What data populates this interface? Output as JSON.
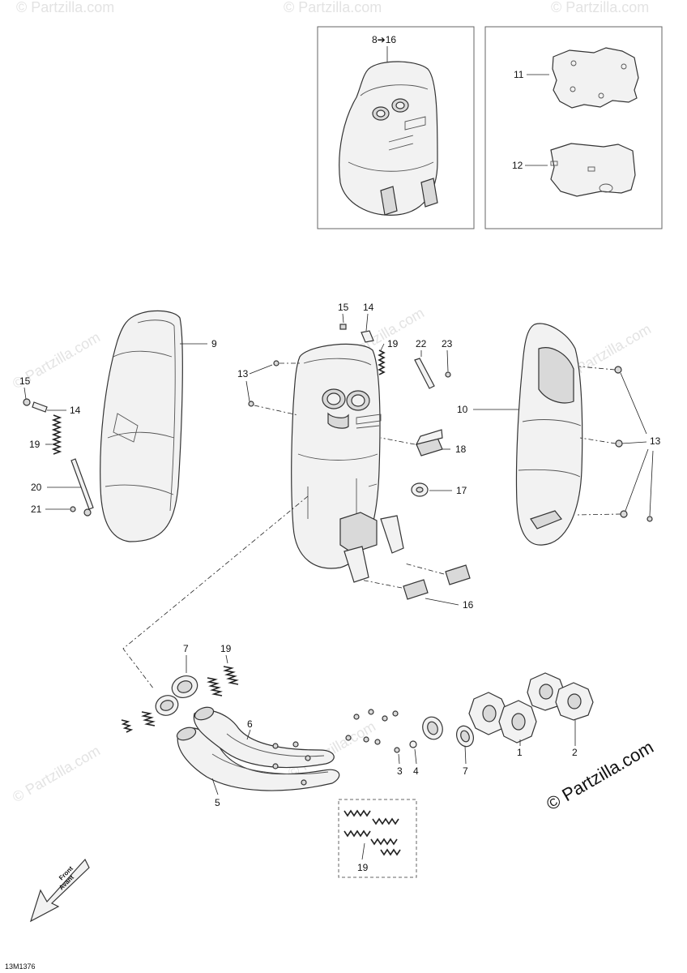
{
  "diagram": {
    "assembly_label": "8➔16",
    "callouts": {
      "c1": "1",
      "c2": "2",
      "c3": "3",
      "c4": "4",
      "c5": "5",
      "c6": "6",
      "c7a": "7",
      "c7b": "7",
      "c9": "9",
      "c10": "10",
      "c11": "11",
      "c12": "12",
      "c13a": "13",
      "c13b": "13",
      "c14a": "14",
      "c14b": "14",
      "c15a": "15",
      "c15b": "15",
      "c16": "16",
      "c17": "17",
      "c18": "18",
      "c19a": "19",
      "c19b": "19",
      "c19c": "19",
      "c20": "20",
      "c21": "21",
      "c22": "22",
      "c23": "23"
    },
    "front_line1": "Front",
    "front_line2": "Avant",
    "brand": "© Partzilla.com",
    "watermark": "© Partzilla.com",
    "drawing_code": "13M1376"
  }
}
